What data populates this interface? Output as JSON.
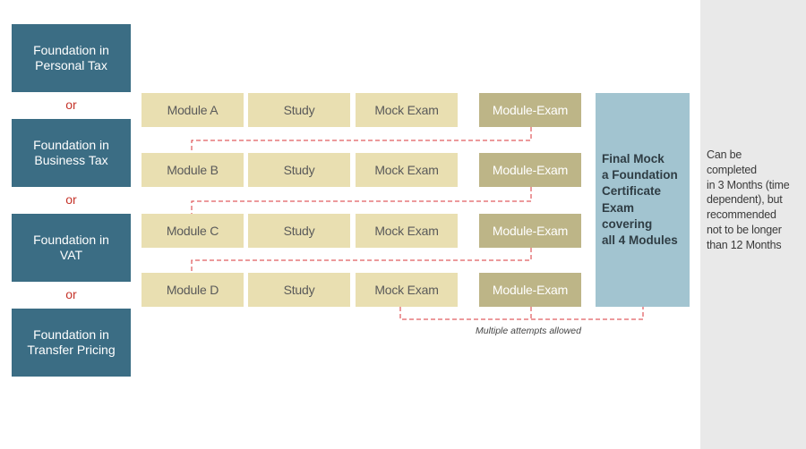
{
  "foundations": [
    {
      "label": "Foundation in\nPersonal Tax"
    },
    {
      "label": "Foundation in\nBusiness Tax"
    },
    {
      "label": "Foundation in\nVAT"
    },
    {
      "label": "Foundation in\nTransfer Pricing"
    }
  ],
  "or_label": "or",
  "modules": [
    {
      "name": "Module A",
      "study": "Study",
      "mock": "Mock Exam",
      "exam": "Module-Exam"
    },
    {
      "name": "Module B",
      "study": "Study",
      "mock": "Mock Exam",
      "exam": "Module-Exam"
    },
    {
      "name": "Module C",
      "study": "Study",
      "mock": "Mock Exam",
      "exam": "Module-Exam"
    },
    {
      "name": "Module D",
      "study": "Study",
      "mock": "Mock Exam",
      "exam": "Module-Exam"
    }
  ],
  "final_exam": "Final Mock\na Foundation\nCertificate\nExam\ncovering\nall 4 Modules",
  "attempts_note": "Multiple attempts allowed",
  "side_note": "Can be\ncompleted\nin 3 Months (time\ndependent), but\nrecommended\nnot to be longer\nthan 12 Months",
  "colors": {
    "foundation": "#3b6d84",
    "step": "#e9dfb1",
    "exam": "#bdb587",
    "final": "#a2c4d0",
    "connector": "#d9343a",
    "or": "#c5342a"
  }
}
